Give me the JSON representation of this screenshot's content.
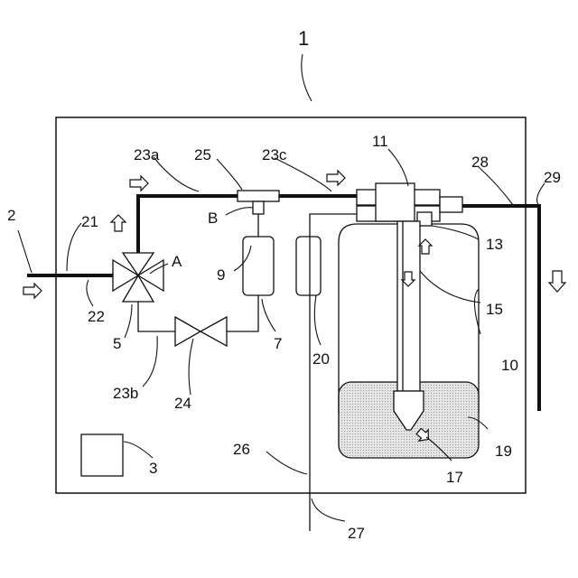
{
  "figure": {
    "colors": {
      "line": "#111111",
      "fill": "#ffffff",
      "water": "#d6d6d6"
    },
    "labels": {
      "system": "1",
      "inlet": "2",
      "controller": "3",
      "valve3": "5",
      "line7": "7",
      "cartridge9": "9",
      "tank": "10",
      "head": "11",
      "port13": "13",
      "tube15": "15",
      "nozzle": "17",
      "water": "19",
      "cartridge20": "20",
      "pipe21": "21",
      "pipe22": "22",
      "pipe23a": "23a",
      "pipe23b": "23b",
      "pipe23c": "23c",
      "valve24": "24",
      "tee25": "25",
      "line26": "26",
      "line27": "27",
      "pipe28": "28",
      "outlet": "29",
      "pointA": "A",
      "pointB": "B"
    }
  }
}
